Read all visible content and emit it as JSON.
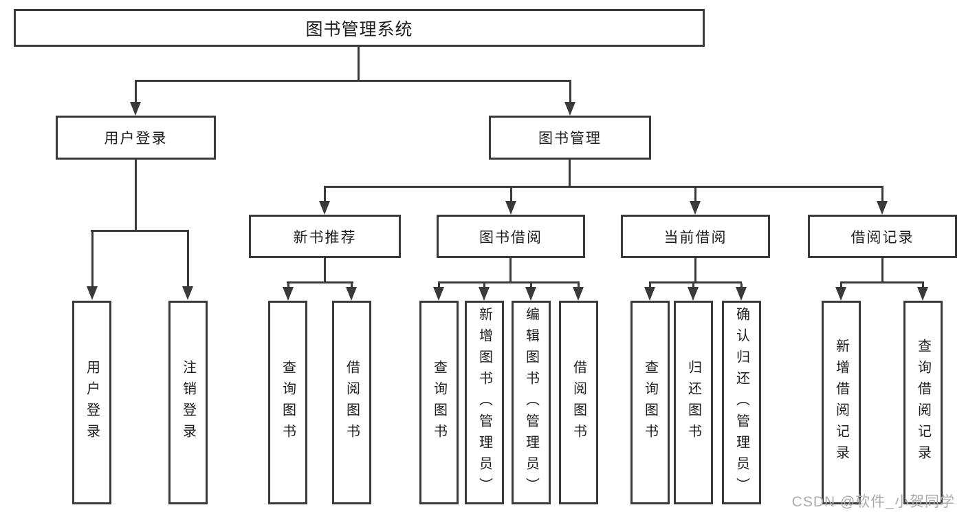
{
  "watermark": "CSDN @软件_小贺同学",
  "colors": {
    "line": "#3a3a3a",
    "text": "#1e1e1e",
    "watermark": "#ababab",
    "background": "#ffffff"
  },
  "tree": {
    "root": {
      "label": "图书管理系统"
    },
    "branches": [
      {
        "label": "用户登录",
        "children": [
          "用户登录",
          "注销登录"
        ]
      },
      {
        "label": "图书管理",
        "children": [
          {
            "label": "新书推荐",
            "children": [
              "查询图书",
              "借阅图书"
            ]
          },
          {
            "label": "图书借阅",
            "children": [
              "查询图书",
              "新增图书（管理员）",
              "编辑图书（管理员）",
              "借阅图书"
            ]
          },
          {
            "label": "当前借阅",
            "children": [
              "查询图书",
              "归还图书",
              "确认归还（管理员）"
            ]
          },
          {
            "label": "借阅记录",
            "children": [
              "新增借阅记录",
              "查询借阅记录"
            ]
          }
        ]
      }
    ]
  }
}
